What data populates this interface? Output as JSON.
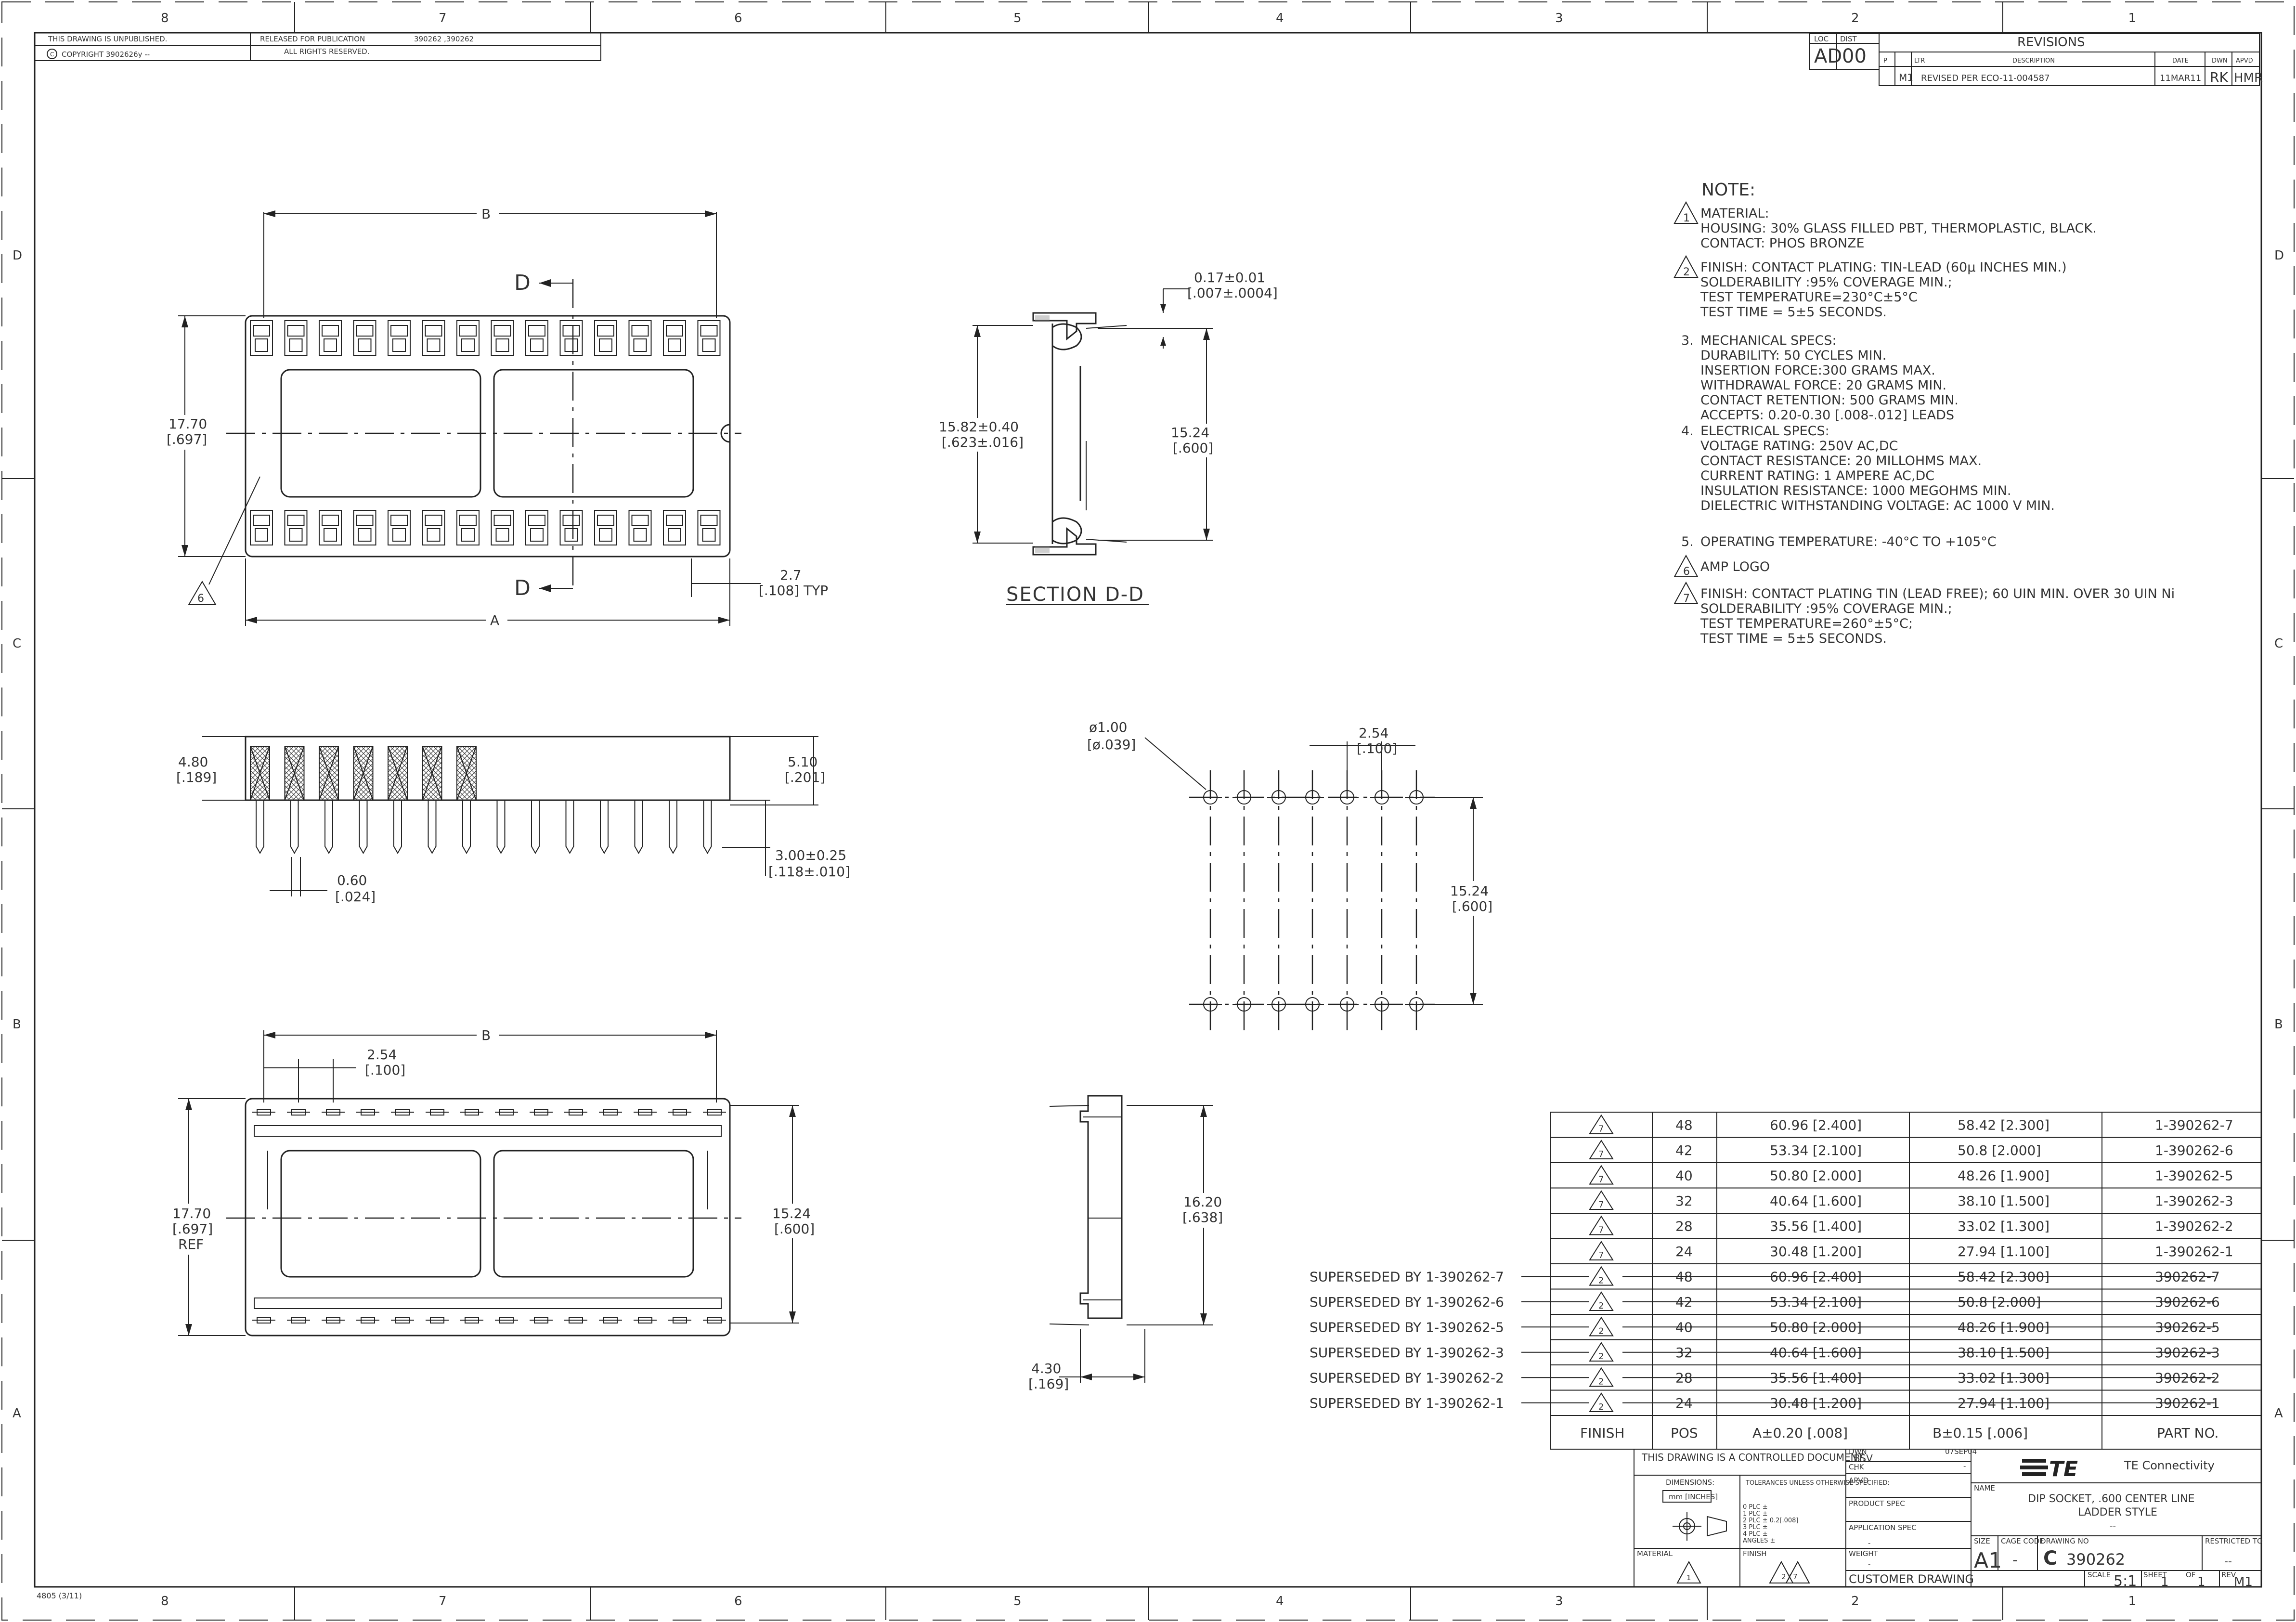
{
  "title_block_top": {
    "unpublished": "THIS DRAWING IS UNPUBLISHED.",
    "copyright": "COPYRIGHT 3902626y --",
    "released": "RELEASED FOR PUBLICATION",
    "released_numbers": "390262 ,390262",
    "rights": "ALL RIGHTS RESERVED."
  },
  "zones": {
    "columns": [
      "8",
      "7",
      "6",
      "5",
      "4",
      "3",
      "2",
      "1"
    ],
    "rows": [
      "D",
      "C",
      "B",
      "A"
    ]
  },
  "revisions": {
    "title": "REVISIONS",
    "loc_label": "LOC",
    "dist_label": "DIST",
    "loc": "AD",
    "dist": "00",
    "headers": [
      "P",
      "LTR",
      "DESCRIPTION",
      "DATE",
      "DWN",
      "APVD"
    ],
    "row": {
      "ltr": "M1",
      "description": "REVISED PER ECO-11-004587",
      "date": "11MAR11",
      "dwn": "RK",
      "apvd": "HMR"
    }
  },
  "notes": {
    "title": "NOTE:",
    "items": [
      {
        "marker": "1",
        "lines": [
          "MATERIAL:",
          "HOUSING: 30% GLASS FILLED PBT, THERMOPLASTIC, BLACK.",
          "CONTACT: PHOS BRONZE"
        ]
      },
      {
        "marker": "2",
        "lines": [
          "FINISH: CONTACT PLATING: TIN-LEAD (60μ INCHES MIN.)",
          "SOLDERABILITY :95% COVERAGE MIN.;",
          "TEST TEMPERATURE=230°C±5°C",
          "TEST TIME = 5±5 SECONDS."
        ]
      },
      {
        "marker": "3.",
        "lines": [
          "MECHANICAL SPECS:",
          "DURABILITY: 50 CYCLES MIN.",
          "INSERTION FORCE:300 GRAMS MAX.",
          "WITHDRAWAL FORCE: 20 GRAMS MIN.",
          "CONTACT RETENTION: 500 GRAMS MIN.",
          "ACCEPTS: 0.20-0.30 [.008-.012]   LEADS"
        ]
      },
      {
        "marker": "4.",
        "lines": [
          "ELECTRICAL SPECS:",
          "VOLTAGE RATING: 250V AC,DC",
          "CONTACT RESISTANCE: 20 MILLOHMS MAX.",
          "CURRENT RATING: 1 AMPERE AC,DC",
          "INSULATION RESISTANCE: 1000 MEGOHMS MIN.",
          "DIELECTRIC WITHSTANDING VOLTAGE: AC 1000 V MIN."
        ]
      },
      {
        "marker": "5.",
        "lines": [
          "OPERATING TEMPERATURE: -40°C TO +105°C"
        ]
      },
      {
        "marker": "6",
        "lines": [
          "AMP LOGO"
        ]
      },
      {
        "marker": "7",
        "lines": [
          "FINISH: CONTACT PLATING TIN (LEAD FREE);  60 UIN MIN. OVER 30 UIN Ni",
          "SOLDERABILITY :95% COVERAGE MIN.;",
          "TEST TEMPERATURE=260°±5°C;",
          "TEST TIME = 5±5 SECONDS."
        ]
      }
    ]
  },
  "dims": {
    "top_b": "B",
    "top_a": "A",
    "top_h1": "17.70",
    "top_h2": "[.697]",
    "typ1": "2.7",
    "typ2": "[.108] TYP",
    "sec_d_top": "D",
    "sec_d_bot": "D",
    "logo_mark": "6",
    "sec_t1": "0.17±0.01",
    "sec_t2": "[.007±.0004]",
    "sec_w1": "15.82±0.40",
    "sec_w2": "[.623±.016]",
    "sec_h1": "15.24",
    "sec_h2": "[.600]",
    "section_title": "SECTION D-D",
    "side_h1": "4.80",
    "side_h2": "[.189]",
    "side_r1": "5.10",
    "side_r2": "[.201]",
    "pin_len1": "3.00±0.25",
    "pin_len2": "[.118±.010]",
    "pin_w1": "0.60",
    "pin_w2": "[.024]",
    "hole_d1": "ø1.00",
    "hole_d2": "[ø.039]",
    "pitch1": "2.54",
    "pitch2": "[.100]",
    "row_sp1": "15.24",
    "row_sp2": "[.600]",
    "bot_b": "B",
    "bot_p1": "2.54",
    "bot_p2": "[.100]",
    "bot_h1": "17.70",
    "bot_h2": "[.697]",
    "bot_h3": "REF",
    "bot_r1": "15.24",
    "bot_r2": "[.600]",
    "end_h1": "16.20",
    "end_h2": "[.638]",
    "end_w1": "4.30",
    "end_w2": "[.169]"
  },
  "parts_table": {
    "rows": [
      {
        "finish": "7",
        "pos": "48",
        "a": "60.96 [2.400]",
        "b": "58.42 [2.300]",
        "part": "1-390262-7",
        "superseded": false,
        "note": ""
      },
      {
        "finish": "7",
        "pos": "42",
        "a": "53.34 [2.100]",
        "b": "50.8 [2.000]",
        "part": "1-390262-6",
        "superseded": false,
        "note": ""
      },
      {
        "finish": "7",
        "pos": "40",
        "a": "50.80 [2.000]",
        "b": "48.26 [1.900]",
        "part": "1-390262-5",
        "superseded": false,
        "note": ""
      },
      {
        "finish": "7",
        "pos": "32",
        "a": "40.64 [1.600]",
        "b": "38.10 [1.500]",
        "part": "1-390262-3",
        "superseded": false,
        "note": ""
      },
      {
        "finish": "7",
        "pos": "28",
        "a": "35.56 [1.400]",
        "b": "33.02 [1.300]",
        "part": "1-390262-2",
        "superseded": false,
        "note": ""
      },
      {
        "finish": "7",
        "pos": "24",
        "a": "30.48 [1.200]",
        "b": "27.94 [1.100]",
        "part": "1-390262-1",
        "superseded": false,
        "note": ""
      },
      {
        "finish": "2",
        "pos": "48",
        "a": "60.96 [2.400]",
        "b": "58.42 [2.300]",
        "part": "390262-7",
        "superseded": true,
        "note": "SUPERSEDED BY 1-390262-7"
      },
      {
        "finish": "2",
        "pos": "42",
        "a": "53.34 [2.100]",
        "b": "50.8 [2.000]",
        "part": "390262-6",
        "superseded": true,
        "note": "SUPERSEDED BY 1-390262-6"
      },
      {
        "finish": "2",
        "pos": "40",
        "a": "50.80 [2.000]",
        "b": "48.26 [1.900]",
        "part": "390262-5",
        "superseded": true,
        "note": "SUPERSEDED BY 1-390262-5"
      },
      {
        "finish": "2",
        "pos": "32",
        "a": "40.64 [1.600]",
        "b": "38.10 [1.500]",
        "part": "390262-3",
        "superseded": true,
        "note": "SUPERSEDED BY 1-390262-3"
      },
      {
        "finish": "2",
        "pos": "28",
        "a": "35.56 [1.400]",
        "b": "33.02 [1.300]",
        "part": "390262-2",
        "superseded": true,
        "note": "SUPERSEDED BY 1-390262-2"
      },
      {
        "finish": "2",
        "pos": "24",
        "a": "30.48 [1.200]",
        "b": "27.94 [1.100]",
        "part": "390262-1",
        "superseded": true,
        "note": "SUPERSEDED BY 1-390262-1"
      }
    ],
    "headers": [
      "FINISH",
      "POS",
      "A±0.20 [.008]",
      "B±0.15 [.006]",
      "PART NO."
    ]
  },
  "title_block": {
    "controlled": "THIS DRAWING IS A CONTROLLED DOCUMENT.",
    "dwn_label": "DWN",
    "dwn_value": "BSV",
    "dwn_date": "07SEP04",
    "chk_label": "CHK",
    "chk_value": "-",
    "chk_date": "-",
    "apvd_label": "APVD",
    "dimensions_label": "DIMENSIONS:",
    "dimensions_value": "mm [INCHES]",
    "tolerances": "TOLERANCES UNLESS OTHERWISE SPECIFIED:",
    "tol_lines": [
      "0 PLC   ±",
      "1 PLC   ±",
      "2 PLC   ±  0.2[.008]",
      "3 PLC   ±",
      "4 PLC   ±",
      "ANGLES  ±"
    ],
    "product_spec": "PRODUCT SPEC",
    "application_spec": "APPLICATION SPEC",
    "app_value": "-",
    "weight": "WEIGHT",
    "weight_value": "-",
    "material": "MATERIAL",
    "material_marker": "1",
    "finish": "FINISH",
    "finish_markers": "2 / 7",
    "company": "TE Connectivity",
    "logo": "TE",
    "name_label": "NAME",
    "name_line1": "DIP SOCKET, .600 CENTER LINE",
    "name_line2": "LADDER STYLE",
    "name_line3": "--",
    "size_label": "SIZE",
    "size": "A1",
    "cage_label": "CAGE CODE",
    "cage": "-",
    "dwg_label": "DRAWING NO",
    "dwg": "390262",
    "restricted_label": "RESTRICTED TO",
    "restricted": "--",
    "customer": "CUSTOMER DRAWING",
    "scale_label": "SCALE",
    "scale": "5:1",
    "sheet_label": "SHEET",
    "sheet": "1",
    "of_label": "OF",
    "of": "1",
    "rev_label": "REV",
    "rev": "M1"
  },
  "form_no": "4805 (3/11)"
}
